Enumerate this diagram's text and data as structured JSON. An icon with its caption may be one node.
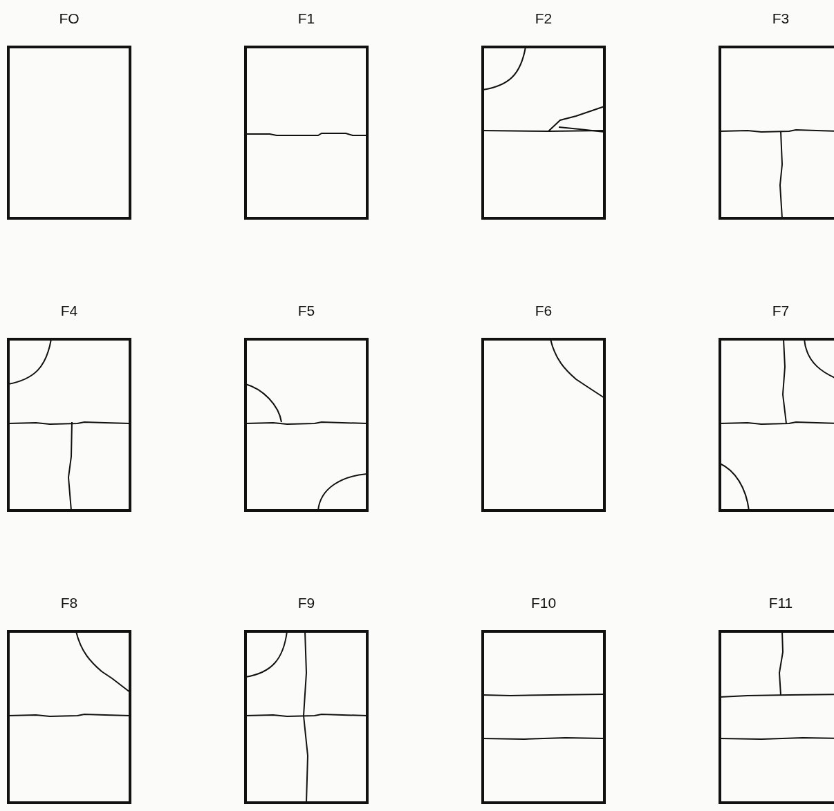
{
  "diagram": {
    "nodes": [
      {
        "text": [
          "FO"
        ]
      },
      {
        "text": [
          "F1"
        ]
      },
      {
        "text": [
          "F2"
        ]
      },
      {
        "text": [
          "F3"
        ]
      },
      {
        "text": [
          "F4"
        ]
      },
      {
        "text": [
          "F5"
        ]
      },
      {
        "text": [
          "F6"
        ]
      },
      {
        "text": [
          "F7"
        ]
      },
      {
        "text": [
          "F8"
        ]
      },
      {
        "text": [
          "F9"
        ]
      },
      {
        "text": [
          "F10"
        ]
      },
      {
        "text": [
          "F11"
        ]
      }
    ]
  }
}
